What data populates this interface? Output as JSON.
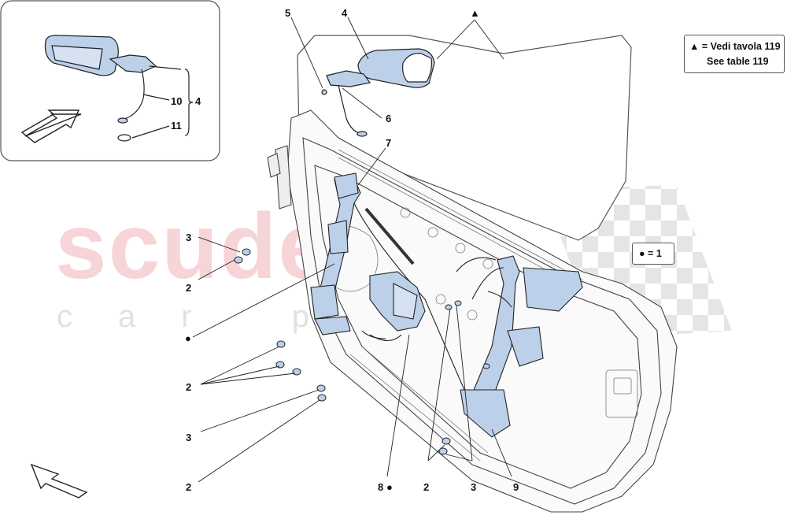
{
  "watermark": {
    "brand": "scuderia",
    "subtitle": "car parts"
  },
  "legend": {
    "triangle_symbol": "▲",
    "triangle_line1": "= Vedi tavola 119",
    "triangle_line2": "See table 119",
    "dot_symbol": "●",
    "dot_text": "= 1"
  },
  "callouts": {
    "c4_top": "4",
    "c5": "5",
    "c6": "6",
    "c7": "7",
    "c3_left_upper": "3",
    "c2_left_upper": "2",
    "c2_left_middle": "2",
    "c3_left_lower": "3",
    "c2_left_bottom": "2",
    "c8": "8",
    "c2_bottom": "2",
    "c3_bottom": "3",
    "c9": "9",
    "inset_c10": "10",
    "inset_c11": "11",
    "inset_c4": "4"
  },
  "symbols": {
    "triangle_top": "▲",
    "dot_left": "●",
    "dot_bottom": "●"
  },
  "colors": {
    "part_fill": "#bcd0ea",
    "line": "#222222",
    "frame_line": "#555555"
  }
}
